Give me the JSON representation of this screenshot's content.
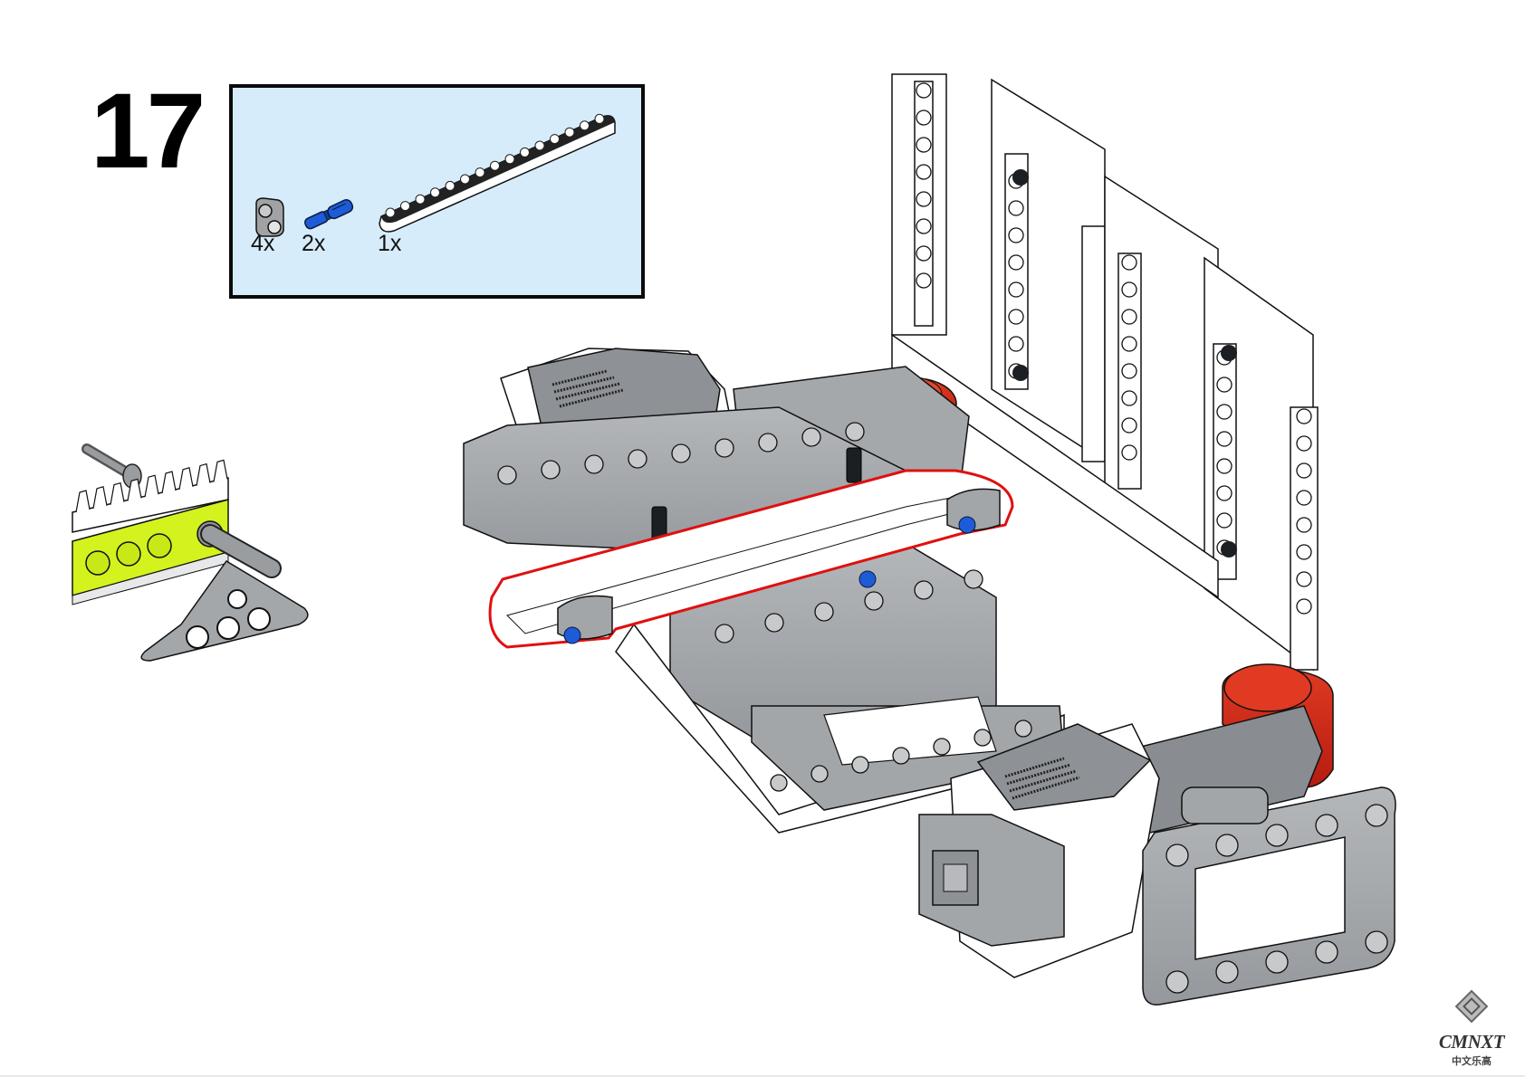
{
  "page": {
    "type": "building-instructions",
    "step_number": "17"
  },
  "parts_list": {
    "background_color": "#d6ecfb",
    "items": [
      {
        "name": "axle-and-pin-connector-perpendicular",
        "color": "#9c9c9c",
        "quantity": "4x"
      },
      {
        "name": "axle-pin-with-friction",
        "color": "#1e5bd6",
        "quantity": "2x"
      },
      {
        "name": "technic-beam-15",
        "color": "#ffffff",
        "quantity": "1x"
      }
    ]
  },
  "colors": {
    "light_gray": "#a3a6a9",
    "dark_gray": "#7d8084",
    "white": "#ffffff",
    "red": "#d42a1a",
    "blue": "#1e5bd6",
    "black_pin": "#1b1f24",
    "lime": "#d4f21e",
    "highlight_outline": "#e01010"
  },
  "callout": {
    "description": "sub-assembly detail: lime beam with rack gear and gray triangle on axle"
  },
  "logo": {
    "brand": "CMNXT",
    "subtitle": "中文乐高"
  }
}
